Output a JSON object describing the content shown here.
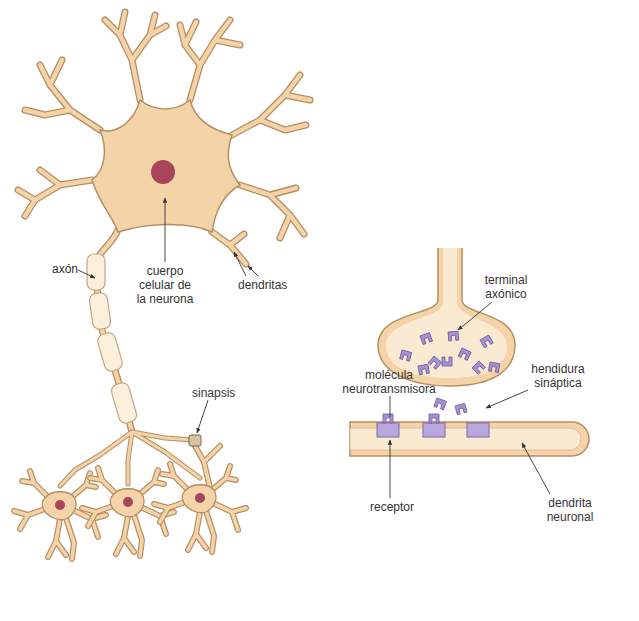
{
  "diagram": {
    "labels": [
      "axón",
      "cuerpo celular de la neurona",
      "dendritas",
      "sinapsis",
      "terminal axónico",
      "molécula neurotransmisora",
      "hendidura sináptica",
      "receptor",
      "dendrita neuronal"
    ]
  }
}
